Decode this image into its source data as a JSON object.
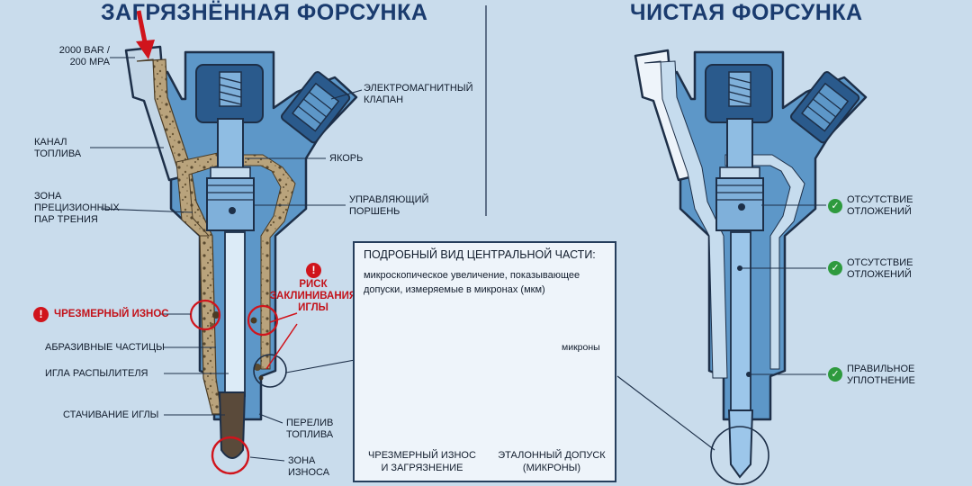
{
  "titles": {
    "left": "ЗАГРЯЗНЁННАЯ ФОРСУНКА",
    "right": "ЧИСТАЯ ФОРСУНКА"
  },
  "left_labels": {
    "pressure": [
      "2000 BAR /",
      "200 MPA"
    ],
    "fuel_channel": [
      "КАНАЛ",
      "ТОПЛИВА"
    ],
    "precision_zone": [
      "ЗОНА",
      "ПРЕЦИЗИОННЫХ",
      "ПАР ТРЕНИЯ"
    ],
    "excess_wear": "ЧРЕЗМЕРНЫЙ ИЗНОС",
    "abrasive": "АБРАЗИВНЫЕ ЧАСТИЦЫ",
    "needle": "ИГЛА РАСПЫЛИТЕЛЯ",
    "needle_wear": "СТАЧИВАНИЕ ИГЛЫ",
    "solenoid": [
      "ЭЛЕКТРОМАГНИТНЫЙ",
      "КЛАПАН"
    ],
    "armature": "ЯКОРЬ",
    "piston": [
      "УПРАВЛЯЮЩИЙ",
      "ПОРШЕНЬ"
    ],
    "seize_risk": [
      "РИСК",
      "ЗАКЛИНИВАНИЯ",
      "ИГЛЫ"
    ],
    "overflow": [
      "ПЕРЕЛИВ",
      "ТОПЛИВА"
    ],
    "wear_zone": [
      "ЗОНА",
      "ИЗНОСА"
    ]
  },
  "detail": {
    "title": "ПОДРОБНЫЙ ВИД ЦЕНТРАЛЬНОЙ ЧАСТИ:",
    "subtitle": "микроскопическое увеличение, показывающее допуски, измеряемые в микронах (мкм)",
    "microns_label": "микроны",
    "left_caption": [
      "ЧРЕЗМЕРНЫЙ ИЗНОС",
      "И ЗАГРЯЗНЕНИЕ"
    ],
    "right_caption": [
      "ЭТАЛОННЫЙ ДОПУСК",
      "(МИКРОНЫ)"
    ]
  },
  "right_labels": {
    "no_deposits_1": [
      "ОТСУТСТВИЕ",
      "ОТЛОЖЕНИЙ"
    ],
    "no_deposits_2": [
      "ОТСУТСТВИЕ",
      "ОТЛОЖЕНИЙ"
    ],
    "proper_seal": [
      "ПРАВИЛЬНОЕ",
      "УПЛОТНЕНИЕ"
    ]
  },
  "icons": {
    "warning": "!",
    "check": "✓",
    "pressure_arrow": "arrow-down-icon"
  },
  "colors": {
    "background": "#c9dcec",
    "body_fill": "#5d97c8",
    "body_dark": "#2a5a8c",
    "outline": "#1d2f48",
    "dirt": "#b6a078",
    "warning_red": "#d0141c",
    "check_green": "#2e9a3e",
    "title_blue": "#1a3b6e"
  }
}
